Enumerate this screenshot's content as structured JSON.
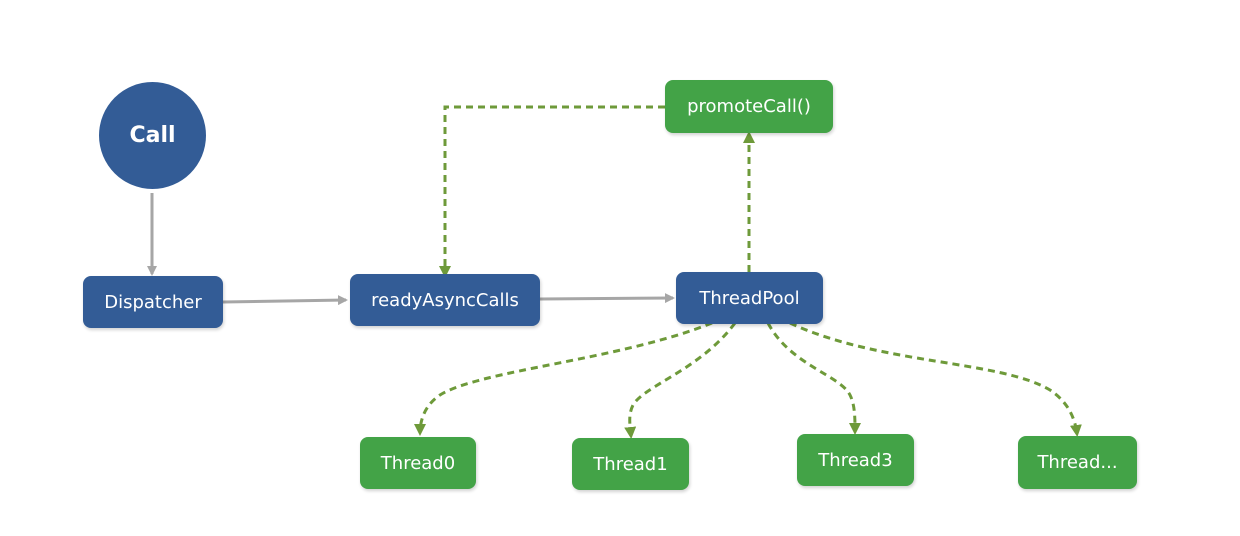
{
  "nodes": {
    "call": "Call",
    "dispatcher": "Dispatcher",
    "ready_async_calls": "readyAsyncCalls",
    "thread_pool": "ThreadPool",
    "promote_call": "promoteCall()",
    "thread0": "Thread0",
    "thread1": "Thread1",
    "thread3": "Thread3",
    "thread_more": "Thread..."
  },
  "colors": {
    "blue_node": "#335c96",
    "green_node": "#43a347",
    "solid_arrow": "#a6a6a6",
    "dashed_arrow": "#6e9a3a",
    "text": "#ffffff"
  }
}
